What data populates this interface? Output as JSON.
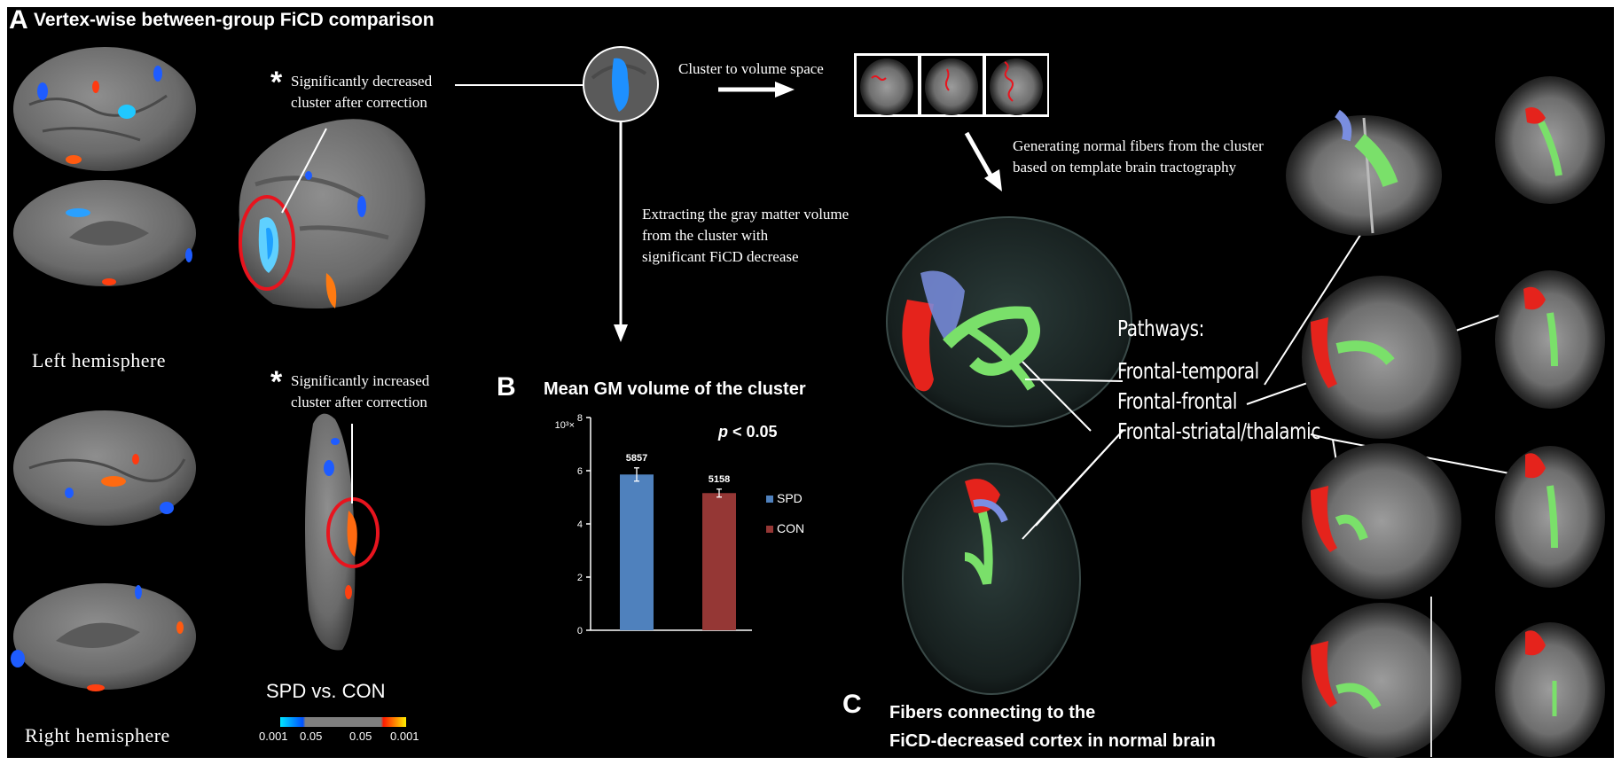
{
  "panel_a": {
    "letter": "A",
    "title": "Vertex-wise between-group FiCD comparison",
    "left_hemisphere_label": "Left hemisphere",
    "right_hemisphere_label": "Right hemisphere",
    "asterisk": "*",
    "decreased_note_line1": "Significantly decreased",
    "decreased_note_line2": "cluster after correction",
    "increased_note_line1": "Significantly increased",
    "increased_note_line2": "cluster after correction",
    "comparison_label": "SPD vs. CON",
    "colorbar_ticks": [
      "0.001",
      "0.05",
      "0.05",
      "0.001"
    ],
    "cluster_to_volume": "Cluster to volume space",
    "generating_line1": "Generating normal fibers from the cluster",
    "generating_line2": "based on template brain tractography",
    "extracting_line1": "Extracting the gray matter volume",
    "extracting_line2": "from the cluster with",
    "extracting_line3": "significant FiCD decrease"
  },
  "panel_b": {
    "letter": "B",
    "title": "Mean GM volume of the cluster",
    "pvalue_p": "p",
    "pvalue_rest": " < 0.05"
  },
  "panel_c": {
    "letter": "C",
    "caption_line1": "Fibers connecting to the",
    "caption_line2": "FiCD-decreased cortex in normal brain",
    "pathways_title": "Pathways:",
    "pathways": [
      "Frontal-temporal",
      "Frontal-frontal",
      "Frontal-striatal/thalamic"
    ]
  },
  "colors": {
    "spd": "#4f81bd",
    "con": "#953735",
    "cluster_blue": "#1e90ff",
    "cluster_red": "#ff3a10",
    "circle": "#e8141e",
    "fiber": "#7ae06a"
  },
  "chart_data": {
    "type": "bar",
    "title": "Mean GM volume of the cluster",
    "categories": [
      "SPD",
      "CON"
    ],
    "values": [
      5857,
      5158
    ],
    "error": [
      250,
      150
    ],
    "data_labels": [
      "5857",
      "5158"
    ],
    "yunit": "10³×",
    "ylim": [
      0,
      8000
    ],
    "ytick_values": [
      0,
      2000,
      4000,
      6000,
      8000
    ],
    "ytick_labels": [
      "0",
      "2",
      "4",
      "6",
      "8"
    ],
    "series": [
      {
        "name": "SPD",
        "color": "#4f81bd"
      },
      {
        "name": "CON",
        "color": "#953735"
      }
    ],
    "legend_position": "right",
    "grid": false,
    "annotation": "p < 0.05"
  }
}
